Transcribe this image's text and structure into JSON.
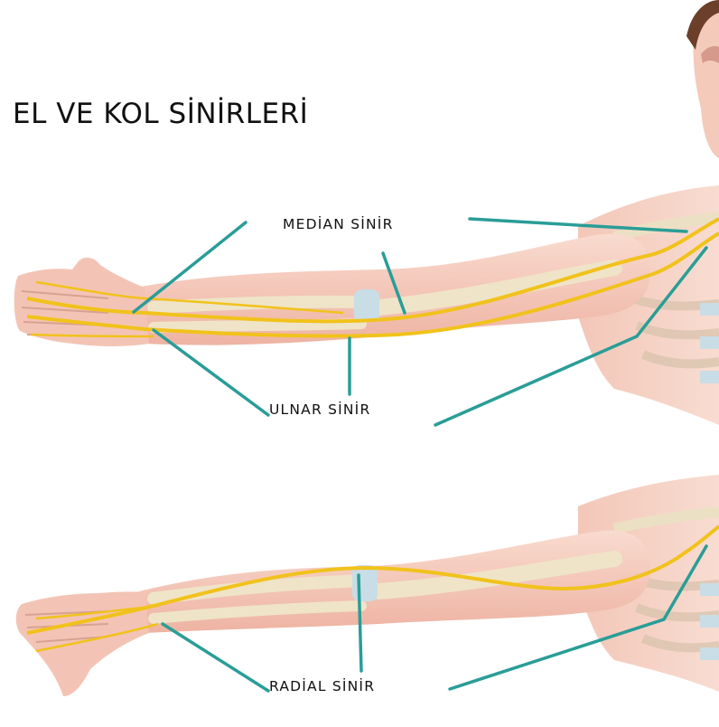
{
  "title": "EL VE KOL SİNİRLERİ",
  "labels": {
    "median": "MEDİAN SİNİR",
    "ulnar": "ULNAR SİNİR",
    "radial": "RADİAL SİNİR"
  },
  "colors": {
    "skin": "#f2c1b2",
    "skin_light": "#f7d4c8",
    "bone": "#efe4c8",
    "nerve": "#f1c21b",
    "leader_line": "#2a9d97",
    "joint": "#c9dde6"
  }
}
